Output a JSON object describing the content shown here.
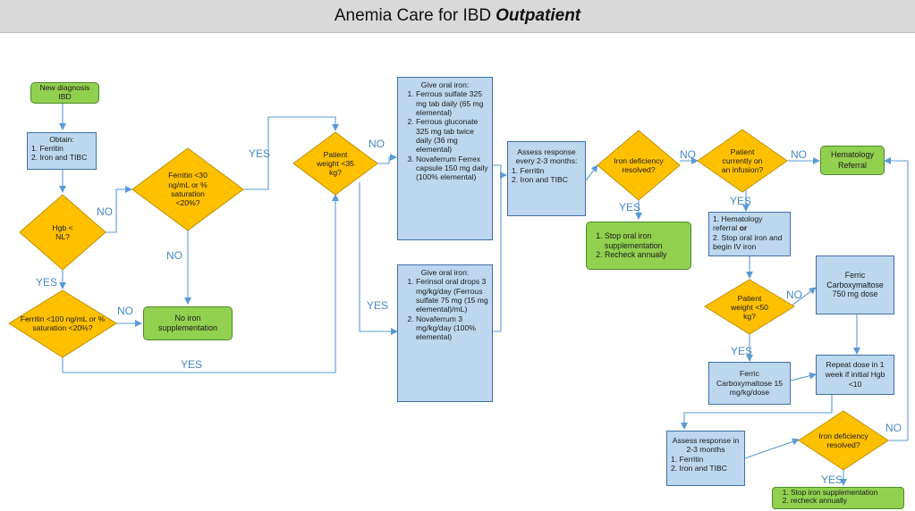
{
  "title": {
    "main": "Anemia Care for IBD",
    "emphasis": "Outpatient"
  },
  "nodes": {
    "new_dx": "New diagnosis IBD",
    "obtain": {
      "heading": "Obtain:",
      "items": [
        "1. Ferritin",
        "2. Iron and TIBC"
      ]
    },
    "hgb": "Hgb < NL?",
    "ferritin30": "Ferritin <30 ng/mL or % saturation <20%?",
    "ferritin100": "Ferritin <100 ng/mL or % saturation <20%?",
    "no_iron": "No iron supplementation",
    "weight35": "Patient weight <35 kg?",
    "oral_iron_adult": {
      "heading": "Give oral iron:",
      "items": [
        "Ferrous sulfate 325 mg tab daily (65 mg elemental)",
        "Ferrous gluconate 325 mg tab twice daily (36 mg elemental)",
        "Novaferrum Ferrex capsule 150 mg daily (100% elemental)"
      ]
    },
    "oral_iron_child": {
      "heading": "Give oral iron:",
      "items": [
        "Ferinsol oral drops 3 mg/kg/day (Ferrous sulfate 75 mg (15 mg elemental)/mL)",
        "Novaferrum 3 mg/kg/day (100% elemental)"
      ]
    },
    "assess1": {
      "heading": "Assess response every 2-3 months:",
      "items": [
        "1. Ferritin",
        "2. Iron and TIBC"
      ]
    },
    "resolved1": "Iron deficiency resolved?",
    "stop_oral": [
      "Stop oral iron supplementation",
      "Recheck annually"
    ],
    "infusion": "Patient currently on an infusion?",
    "heme_ref": "Hematology Referral",
    "heme_iv": {
      "line1": "1. Hematology referral ",
      "or": "or",
      "line2": "2. Stop oral iron and begin IV iron"
    },
    "weight50": "Patient weight <50 kg?",
    "fc750": "Ferric Carboxymaltose 750 mg dose",
    "fc15": "Ferric Carboxymaltose 15 mg/kg/dose",
    "repeat": "Repeat dose in 1 week if initial Hgb <10",
    "assess2": {
      "heading": "Assess response in 2-3 months",
      "items": [
        "1. Ferritin",
        "2. Iron and TIBC"
      ]
    },
    "resolved2": "Iron deficiency resolved?",
    "stop_iron": [
      "Stop iron supplementation",
      "recheck annually"
    ]
  },
  "edge_labels": {
    "yes": "YES",
    "no": "NO"
  },
  "colors": {
    "decision": "#ffc000",
    "process": "#bdd7ee",
    "terminal": "#92d050",
    "connector": "#5b9bd5"
  }
}
